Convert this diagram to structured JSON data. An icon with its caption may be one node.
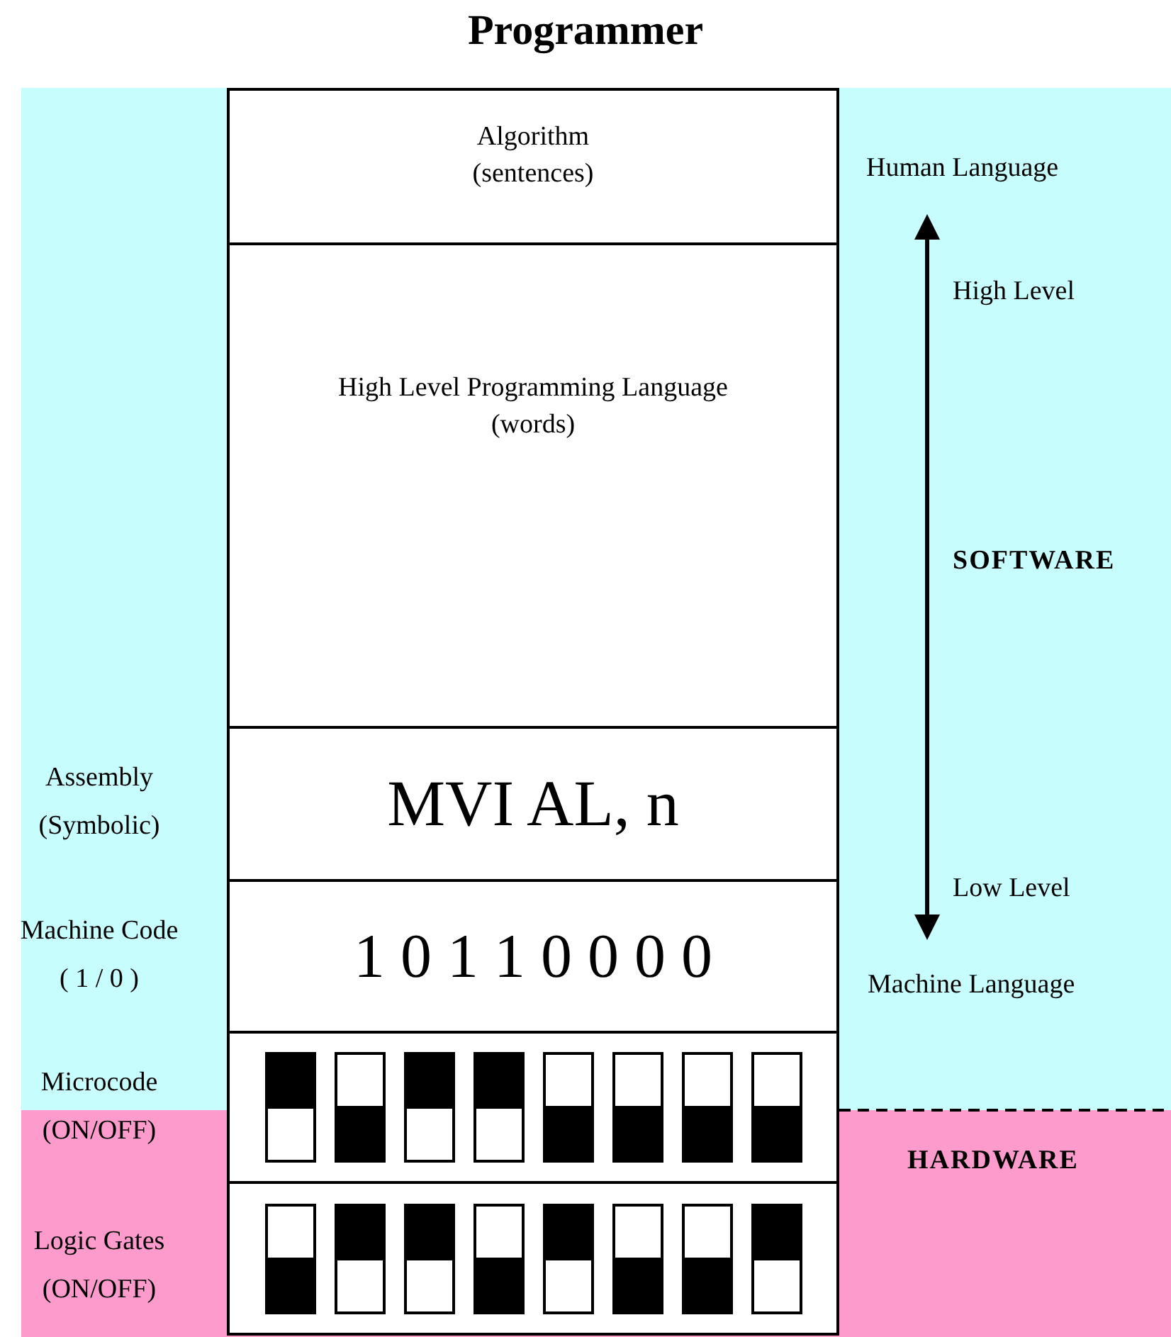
{
  "diagram": {
    "title": "Programmer",
    "nodes": [
      {
        "text": [
          "Algorithm",
          "(sentences)"
        ]
      },
      {
        "text": [
          "High Level Programming Language",
          "(words)"
        ]
      },
      {
        "text": [
          "MVI AL, n"
        ],
        "beside": [
          "Assembly (Symbolic)"
        ]
      },
      {
        "text": [
          "1 0 1 1 0 0 0 0"
        ],
        "beside": [
          "Machine Code ( 1 / 0 )"
        ]
      },
      {
        "text": [],
        "shape": "box",
        "beside": [
          "Microcode (ON/OFF)"
        ]
      },
      {
        "text": [],
        "shape": "box",
        "beside": [
          "Logic Gates (ON/OFF)"
        ]
      }
    ],
    "labels": [
      "Human Language",
      "High Level",
      "SOFTWARE",
      "Low Level",
      "Machine Language",
      "HARDWARE"
    ]
  }
}
